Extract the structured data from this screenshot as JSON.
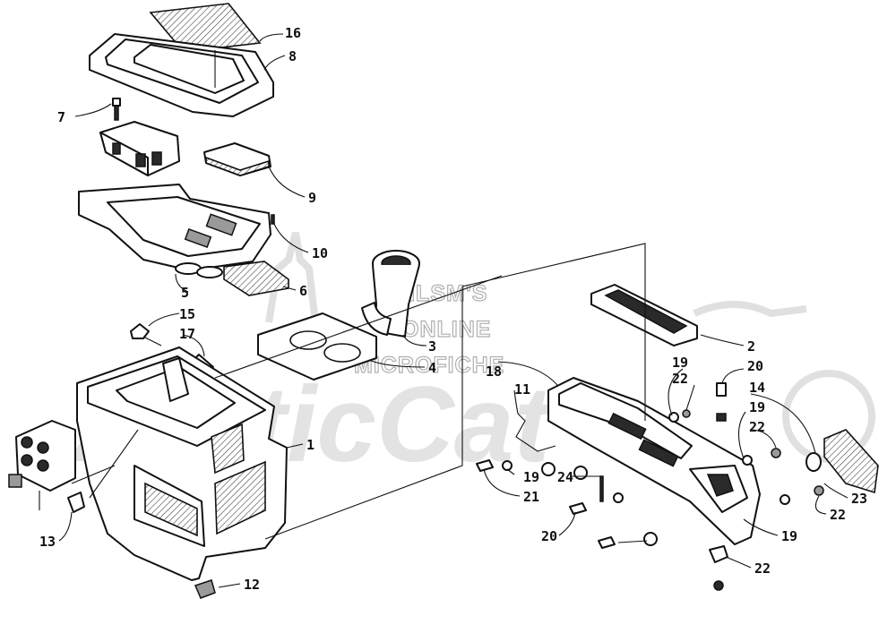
{
  "watermark": {
    "lines": [
      "HLSM'S",
      "ONLINE",
      "MICROFICHE"
    ],
    "logo": "ArcticCat"
  },
  "callouts": [
    {
      "id": "c1",
      "label": "1"
    },
    {
      "id": "c2",
      "label": "2"
    },
    {
      "id": "c3",
      "label": "3"
    },
    {
      "id": "c4",
      "label": "4"
    },
    {
      "id": "c5",
      "label": "5"
    },
    {
      "id": "c6",
      "label": "6"
    },
    {
      "id": "c7",
      "label": "7"
    },
    {
      "id": "c8",
      "label": "8"
    },
    {
      "id": "c9",
      "label": "9"
    },
    {
      "id": "c10",
      "label": "10"
    },
    {
      "id": "c11",
      "label": "11"
    },
    {
      "id": "c12",
      "label": "12"
    },
    {
      "id": "c13",
      "label": "13"
    },
    {
      "id": "c14",
      "label": "14"
    },
    {
      "id": "c15",
      "label": "15"
    },
    {
      "id": "c16",
      "label": "16"
    },
    {
      "id": "c17",
      "label": "17"
    },
    {
      "id": "c18",
      "label": "18"
    },
    {
      "id": "c19a",
      "label": "19"
    },
    {
      "id": "c19b",
      "label": "19"
    },
    {
      "id": "c19c",
      "label": "19"
    },
    {
      "id": "c19d",
      "label": "19"
    },
    {
      "id": "c20a",
      "label": "20"
    },
    {
      "id": "c20b",
      "label": "20"
    },
    {
      "id": "c21",
      "label": "21"
    },
    {
      "id": "c22a",
      "label": "22"
    },
    {
      "id": "c22b",
      "label": "22"
    },
    {
      "id": "c22c",
      "label": "22"
    },
    {
      "id": "c22d",
      "label": "22"
    },
    {
      "id": "c23",
      "label": "23"
    },
    {
      "id": "c24",
      "label": "24"
    }
  ]
}
